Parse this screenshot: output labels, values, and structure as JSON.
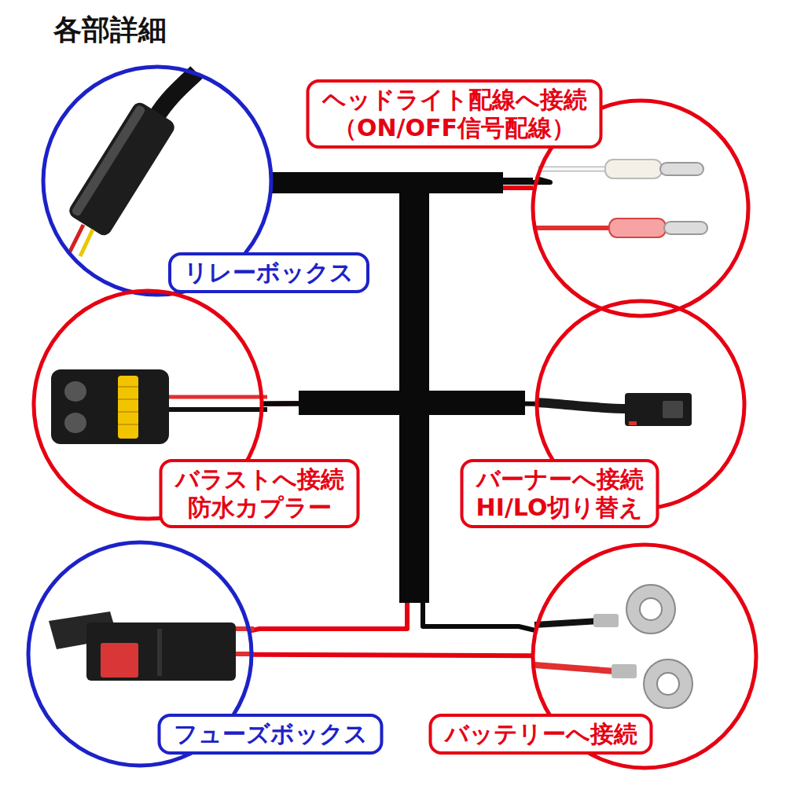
{
  "diagram": {
    "title": "各部詳細",
    "nodes": [
      {
        "text": [
          "リレーボックス"
        ]
      },
      {
        "text": [
          "ヘッドライト配線へ接続 （ON/OFF信号配線）"
        ]
      },
      {
        "text": [
          "バラストへ接続 防水カプラー"
        ]
      },
      {
        "text": [
          "バーナーへ接続 HI/LO切り替え"
        ]
      },
      {
        "text": [
          "フューズボックス"
        ]
      },
      {
        "text": [
          "バッテリーへ接続"
        ]
      }
    ],
    "edges": [
      {
        "from": 0,
        "to": 1,
        "arrow": "none"
      },
      {
        "from": 2,
        "to": 3,
        "arrow": "none"
      },
      {
        "from": 0,
        "to": 2,
        "arrow": "none"
      },
      {
        "from": 2,
        "to": 4,
        "arrow": "none"
      },
      {
        "from": 2,
        "to": 5,
        "arrow": "none"
      },
      {
        "from": 4,
        "to": 5,
        "arrow": "none"
      }
    ]
  }
}
